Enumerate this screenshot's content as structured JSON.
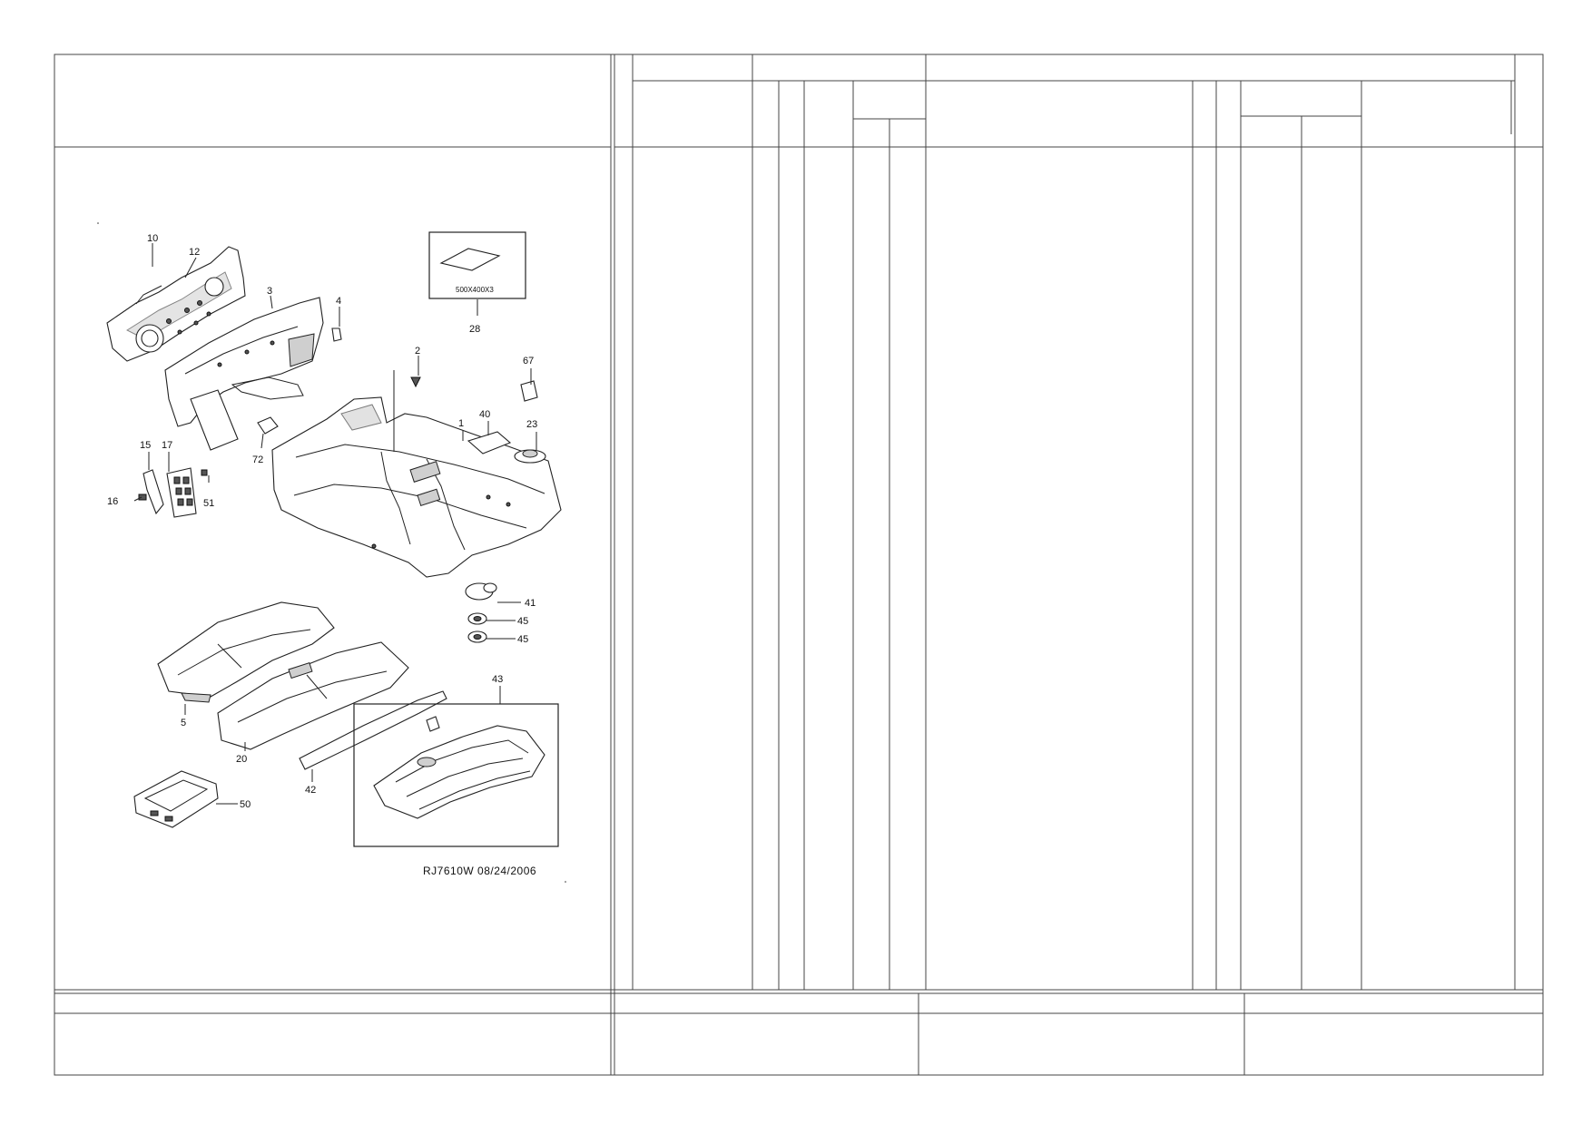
{
  "diagram": {
    "callouts": [
      {
        "id": "c10",
        "text": "10"
      },
      {
        "id": "c12",
        "text": "12"
      },
      {
        "id": "c3",
        "text": "3"
      },
      {
        "id": "c4",
        "text": "4"
      },
      {
        "id": "c2",
        "text": "2"
      },
      {
        "id": "c67",
        "text": "67"
      },
      {
        "id": "c28",
        "text": "28"
      },
      {
        "id": "c40",
        "text": "40"
      },
      {
        "id": "c1",
        "text": "1"
      },
      {
        "id": "c23",
        "text": "23"
      },
      {
        "id": "c15",
        "text": "15"
      },
      {
        "id": "c17",
        "text": "17"
      },
      {
        "id": "c72",
        "text": "72"
      },
      {
        "id": "c16",
        "text": "16"
      },
      {
        "id": "c51",
        "text": "51"
      },
      {
        "id": "c41",
        "text": "41"
      },
      {
        "id": "c45a",
        "text": "45"
      },
      {
        "id": "c45b",
        "text": "45"
      },
      {
        "id": "c43",
        "text": "43"
      },
      {
        "id": "c5",
        "text": "5"
      },
      {
        "id": "c20",
        "text": "20"
      },
      {
        "id": "c42",
        "text": "42"
      },
      {
        "id": "c50",
        "text": "50"
      }
    ],
    "pad_dimension": "500X400X3",
    "drawing_ref": "RJ7610W  08/24/2006"
  }
}
